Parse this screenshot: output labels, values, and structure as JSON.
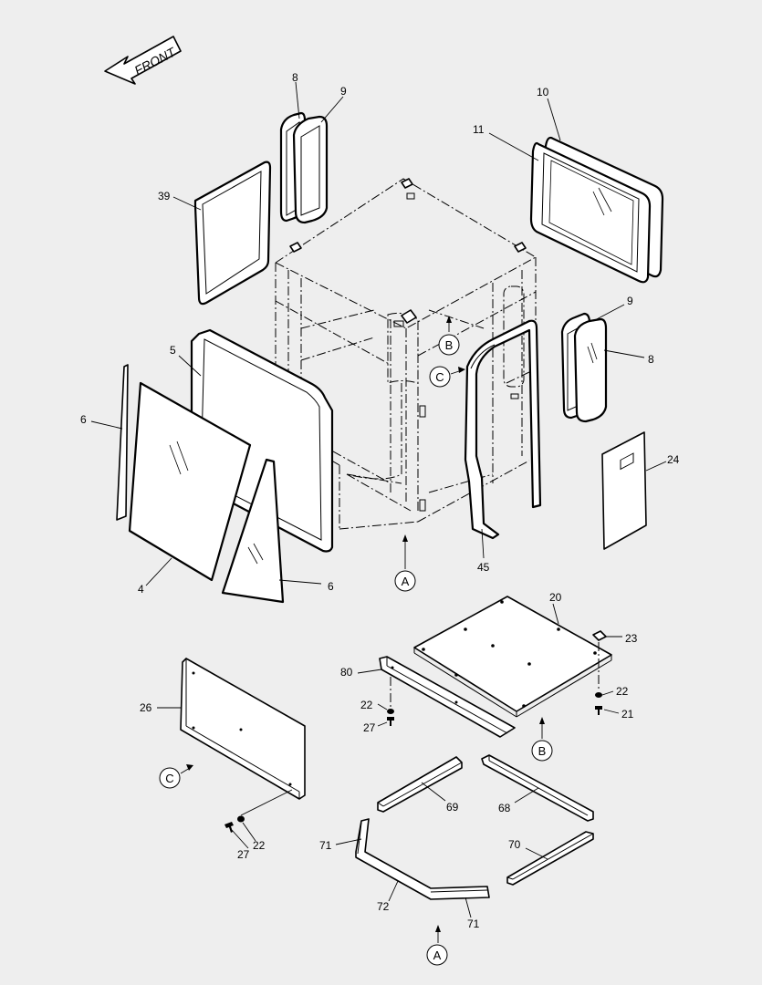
{
  "diagram": {
    "direction_label": "FRONT",
    "callouts": {
      "p8a": "8",
      "p9a": "9",
      "p10": "10",
      "p11": "11",
      "p39": "39",
      "p5": "5",
      "p6a": "6",
      "p4": "4",
      "p6b": "6",
      "p9b": "9",
      "p8b": "8",
      "p24": "24",
      "p45": "45",
      "p20": "20",
      "p23": "23",
      "p80": "80",
      "p22a": "22",
      "p27a": "27",
      "p22b": "22",
      "p21": "21",
      "p26": "26",
      "p69": "69",
      "p68": "68",
      "p71a": "71",
      "p70": "70",
      "p72": "72",
      "p71b": "71",
      "p27b": "27",
      "p22c": "22"
    },
    "view_markers": {
      "b_top": "B",
      "c_top": "C",
      "a_top": "A",
      "c_left": "C",
      "b_bottom": "B",
      "a_bottom": "A"
    }
  }
}
